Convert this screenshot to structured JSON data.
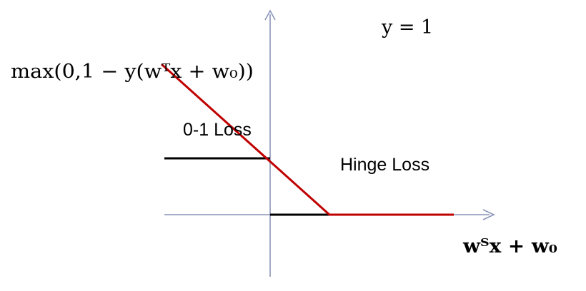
{
  "labels": {
    "condition": "y = 1",
    "formula": "max(0,1 − y(wᵀx + w₀))",
    "zero_one_loss": "0-1 Loss",
    "hinge_loss": "Hinge Loss",
    "x_axis": "wᵀx + w₀"
  },
  "colors": {
    "axis": "#8a94b8",
    "zero_one_loss": "#000000",
    "hinge_loss": "#c00000"
  }
}
